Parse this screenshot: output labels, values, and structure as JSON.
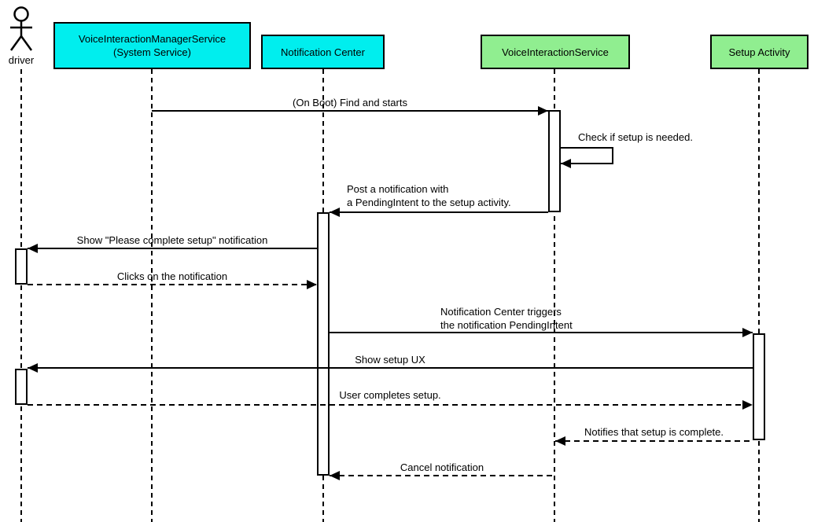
{
  "actor": {
    "label": "driver"
  },
  "participants": [
    {
      "label": "VoiceInteractionManagerService\n(System Service)",
      "fill": "#00EEEE"
    },
    {
      "label": "Notification Center",
      "fill": "#00EEEE"
    },
    {
      "label": "VoiceInteractionService",
      "fill": "#90EE90"
    },
    {
      "label": "Setup Activity",
      "fill": "#90EE90"
    }
  ],
  "messages": [
    {
      "label": "(On Boot) Find and starts",
      "type": "solid",
      "from": "VoiceInteractionManagerService",
      "to": "VoiceInteractionService"
    },
    {
      "label": "Check if setup is needed.",
      "type": "self",
      "from": "VoiceInteractionService",
      "to": "VoiceInteractionService"
    },
    {
      "label": "Post a notification with\na PendingIntent to the setup activity.",
      "type": "solid",
      "from": "VoiceInteractionService",
      "to": "Notification Center"
    },
    {
      "label": "Show \"Please complete setup\" notification",
      "type": "solid",
      "from": "Notification Center",
      "to": "driver"
    },
    {
      "label": "Clicks on the notification",
      "type": "dashed",
      "from": "driver",
      "to": "Notification Center"
    },
    {
      "label": "Notification Center triggers\nthe notification PendingIntent",
      "type": "solid",
      "from": "Notification Center",
      "to": "Setup Activity"
    },
    {
      "label": "Show setup UX",
      "type": "solid",
      "from": "Setup Activity",
      "to": "driver"
    },
    {
      "label": "User completes setup.",
      "type": "dashed",
      "from": "driver",
      "to": "Setup Activity"
    },
    {
      "label": "Notifies that setup is complete.",
      "type": "dashed",
      "from": "Setup Activity",
      "to": "VoiceInteractionService"
    },
    {
      "label": "Cancel notification",
      "type": "dashed",
      "from": "VoiceInteractionService",
      "to": "Notification Center"
    }
  ],
  "colors": {
    "cyan": "#00EEEE",
    "green": "#90EE90",
    "line": "#000000",
    "background": "#FFFFFF"
  }
}
